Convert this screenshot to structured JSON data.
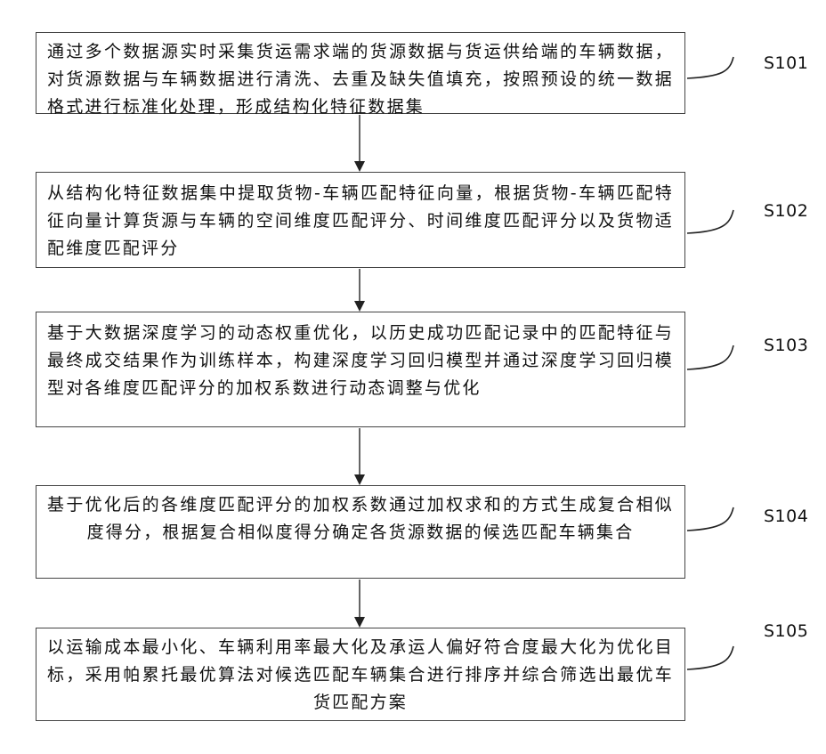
{
  "steps": [
    {
      "id": "S101",
      "text": "通过多个数据源实时采集货运需求端的货源数据与货运供给端的车辆数据，对货源数据与车辆数据进行清洗、去重及缺失值填充，按照预设的统一数据格式进行标准化处理，形成结构化特征数据集"
    },
    {
      "id": "S102",
      "text": "从结构化特征数据集中提取货物-车辆匹配特征向量，根据货物-车辆匹配特征向量计算货源与车辆的空间维度匹配评分、时间维度匹配评分以及货物适配维度匹配评分"
    },
    {
      "id": "S103",
      "text": "基于大数据深度学习的动态权重优化，以历史成功匹配记录中的匹配特征与最终成交结果作为训练样本，构建深度学习回归模型并通过深度学习回归模型对各维度匹配评分的加权系数进行动态调整与优化"
    },
    {
      "id": "S104",
      "text": "基于优化后的各维度匹配评分的加权系数通过加权求和的方式生成复合相似度得分，根据复合相似度得分确定各货源数据的候选匹配车辆集合"
    },
    {
      "id": "S105",
      "text": "以运输成本最小化、车辆利用率最大化及承运人偏好符合度最大化为优化目标，采用帕累托最优算法对候选匹配车辆集合进行排序并综合筛选出最优车货匹配方案"
    }
  ]
}
